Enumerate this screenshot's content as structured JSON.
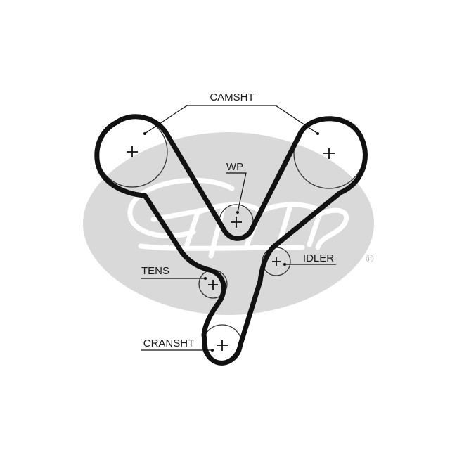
{
  "labels": {
    "camshaft": "CAMSHT",
    "water_pump": "WP",
    "tensioner": "TENS",
    "idler": "IDLER",
    "crankshaft": "CRANSHT"
  },
  "watermark": {
    "brand": "Gates",
    "registered_mark": "®",
    "color": "#d9d9d9"
  },
  "colors": {
    "belt": "#111111",
    "pulley_outline": "#333333"
  }
}
